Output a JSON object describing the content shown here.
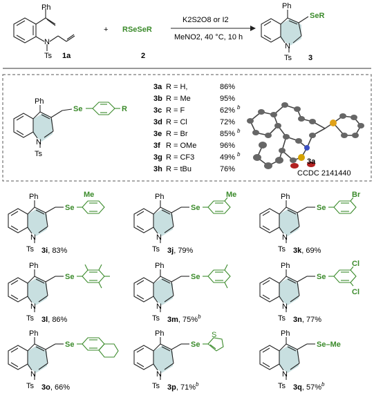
{
  "scheme": {
    "reactant1_label": "1a",
    "reactant2_formula": "RSeSeR",
    "reactant2_label": "2",
    "plus": "+",
    "conditions_top": "K2S2O8 or I2",
    "conditions_bottom": "MeNO2, 40 °C, 10 h",
    "product_label": "3",
    "product_group": "SeR",
    "Ph": "Ph",
    "Ts": "Ts",
    "N": "N"
  },
  "table": {
    "general_group": "Se",
    "general_R": "R",
    "rows": [
      {
        "id": "3a",
        "r": "R = H,",
        "yield": "86%",
        "note": ""
      },
      {
        "id": "3b",
        "r": "R = Me",
        "yield": "95%",
        "note": ""
      },
      {
        "id": "3c",
        "r": "R = F",
        "yield": "62%",
        "note": "b"
      },
      {
        "id": "3d",
        "r": "R = Cl",
        "yield": "72%",
        "note": ""
      },
      {
        "id": "3e",
        "r": "R = Br",
        "yield": "85%",
        "note": "b"
      },
      {
        "id": "3f",
        "r": "R = OMe",
        "yield": "96%",
        "note": ""
      },
      {
        "id": "3g",
        "r": "R = CF3",
        "yield": "49%",
        "note": "b"
      },
      {
        "id": "3h",
        "r": "R = tBu",
        "yield": "76%",
        "note": ""
      }
    ],
    "crystal_label": "3a",
    "ccdc": "CCDC  2141440"
  },
  "products": [
    {
      "id": "3i",
      "yield": "83%",
      "note": "",
      "substituent": "Me"
    },
    {
      "id": "3j",
      "yield": "79%",
      "note": "",
      "substituent": "Me"
    },
    {
      "id": "3k",
      "yield": "69%",
      "note": "",
      "substituent": "Br"
    },
    {
      "id": "3l",
      "yield": "86%",
      "note": "",
      "substituent": ""
    },
    {
      "id": "3m",
      "yield": "75%",
      "note": "b",
      "substituent": ""
    },
    {
      "id": "3n",
      "yield": "77%",
      "note": "",
      "substituent": "Cl"
    },
    {
      "id": "3o",
      "yield": "66%",
      "note": "",
      "substituent": ""
    },
    {
      "id": "3p",
      "yield": "71%",
      "note": "b",
      "substituent": "S"
    },
    {
      "id": "3q",
      "yield": "57%",
      "note": "b",
      "substituent": "Se–Me"
    }
  ],
  "colors": {
    "green": "#3a8a2a",
    "ring_fill": "#c8dfe0",
    "border": "#555555"
  }
}
